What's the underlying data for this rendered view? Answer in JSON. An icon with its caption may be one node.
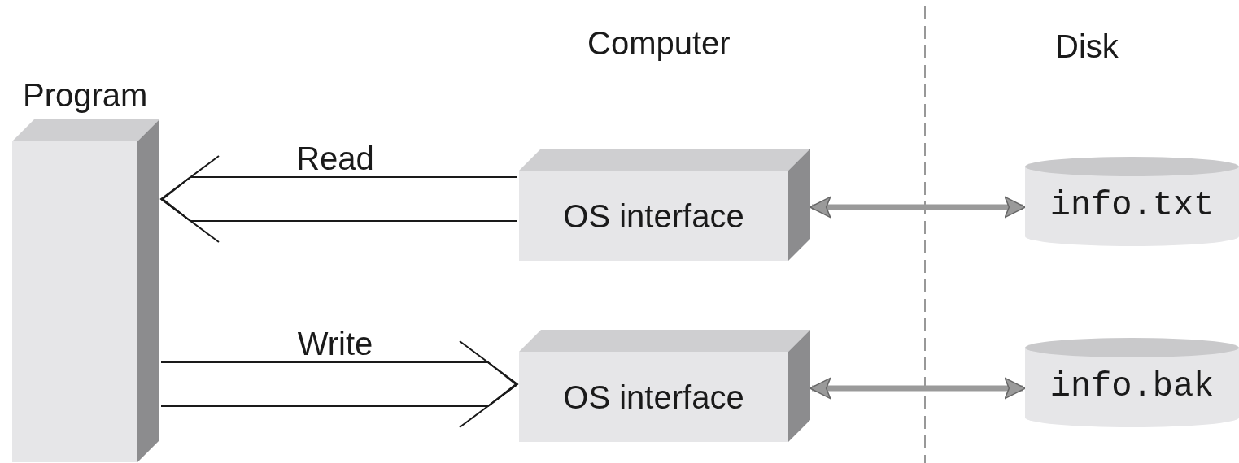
{
  "diagram": {
    "nodes": [
      {
        "text": [
          "Program"
        ]
      },
      {
        "text": [
          "OS interface"
        ]
      },
      {
        "text": [
          "OS interface"
        ]
      },
      {
        "text": [
          "info.txt"
        ]
      },
      {
        "text": [
          "info.bak"
        ]
      }
    ],
    "edges": [
      {
        "from": 1,
        "to": 0,
        "arrow": "to",
        "label": "Read"
      },
      {
        "from": 0,
        "to": 2,
        "arrow": "to",
        "label": "Write"
      },
      {
        "from": 1,
        "to": 3,
        "arrow": "both",
        "style": "thick",
        "color": "#9a9a9a"
      },
      {
        "from": 2,
        "to": 4,
        "arrow": "both",
        "style": "thick",
        "color": "#9a9a9a"
      }
    ],
    "labels": [
      "Computer",
      "Disk"
    ]
  }
}
